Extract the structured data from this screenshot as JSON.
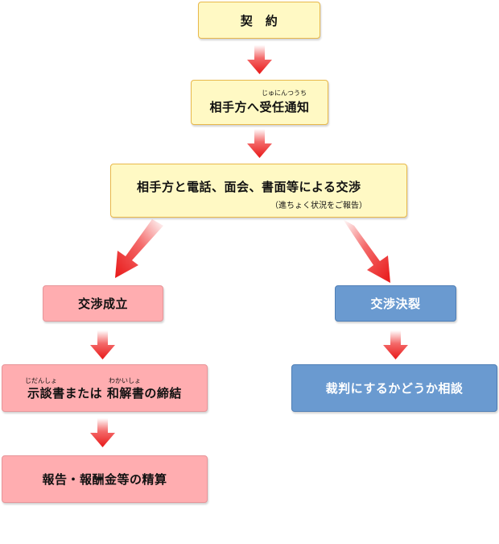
{
  "steps": {
    "contract": {
      "label": "契　約"
    },
    "notify": {
      "ruby": "じゅにんつうち",
      "label": "相手方へ受任通知"
    },
    "negotiate": {
      "label": "相手方と電話、面会、書面等による交渉",
      "sub": "（進ちょく状況をご報告）"
    },
    "success": {
      "label": "交渉成立"
    },
    "failure": {
      "label": "交渉決裂"
    },
    "settlement": {
      "ruby1": "じだんしょ",
      "ruby2": "わかいしょ",
      "label_part1": "示談書または",
      "label_part2": "和解書の締結"
    },
    "report": {
      "label": "報告・報酬金等の精算"
    },
    "court": {
      "label": "裁判にするかどうか相談"
    }
  },
  "colors": {
    "arrow": "#ee2222",
    "yellow_box": "#fff9c4",
    "pink_box": "#ffadb0",
    "blue_box": "#6a9ad0"
  }
}
